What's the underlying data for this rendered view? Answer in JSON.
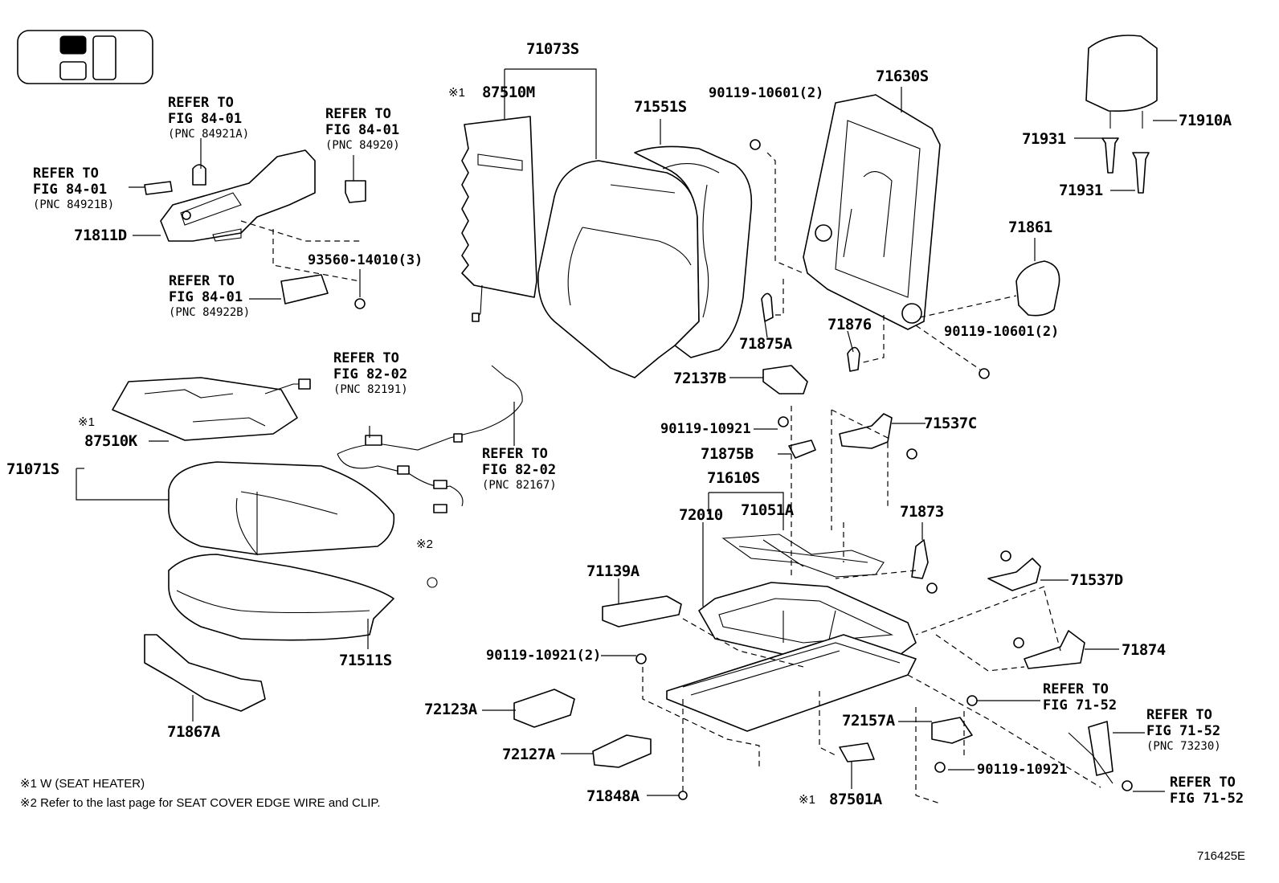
{
  "parts": {
    "p71073S": "71073S",
    "p87510M": "87510M",
    "p71551S": "71551S",
    "p90119_10601_top": "90119-10601(2)",
    "p71630S": "71630S",
    "p71910A": "71910A",
    "p71931_a": "71931",
    "p71931_b": "71931",
    "p71811D": "71811D",
    "p93560": "93560-14010(3)",
    "p71861": "71861",
    "p71876": "71876",
    "p71875A": "71875A",
    "p90119_10601_right": "90119-10601(2)",
    "p72137B": "72137B",
    "p87510K": "87510K",
    "p71071S": "71071S",
    "p90119_10921_a": "90119-10921",
    "p71537C": "71537C",
    "p71875B": "71875B",
    "p71610S": "71610S",
    "p72010": "72010",
    "p71051A": "71051A",
    "p71873": "71873",
    "p71139A": "71139A",
    "p71537D": "71537D",
    "p90119_10921_2": "90119-10921(2)",
    "p71874": "71874",
    "p71511S": "71511S",
    "p72123A": "72123A",
    "p72157A": "72157A",
    "p72127A": "72127A",
    "p71867A": "71867A",
    "p90119_10921_b": "90119-10921",
    "p71848A": "71848A",
    "p87501A": "87501A"
  },
  "refs": [
    {
      "line1": "REFER TO",
      "line2": "FIG 84-01",
      "pnc": "(PNC 84921A)"
    },
    {
      "line1": "REFER TO",
      "line2": "FIG 84-01",
      "pnc": "(PNC 84920)"
    },
    {
      "line1": "REFER TO",
      "line2": "FIG 84-01",
      "pnc": "(PNC 84921B)"
    },
    {
      "line1": "REFER TO",
      "line2": "FIG 84-01",
      "pnc": "(PNC 84922B)"
    },
    {
      "line1": "REFER TO",
      "line2": "FIG 82-02",
      "pnc": "(PNC 82191)"
    },
    {
      "line1": "REFER TO",
      "line2": "FIG 82-02",
      "pnc": "(PNC 82167)"
    },
    {
      "line1": "REFER TO",
      "line2": "FIG 71-52"
    },
    {
      "line1": "REFER TO",
      "line2": "FIG 71-52",
      "pnc": "(PNC 73230)"
    },
    {
      "line1": "REFER TO",
      "line2": "FIG 71-52"
    }
  ],
  "marks": {
    "m1": "※1",
    "m2": "※2"
  },
  "notes": {
    "note1": "※1 W (SEAT HEATER)",
    "note2": "※2 Refer to the last page for SEAT COVER EDGE WIRE and CLIP."
  },
  "diagram_code": "716425E"
}
